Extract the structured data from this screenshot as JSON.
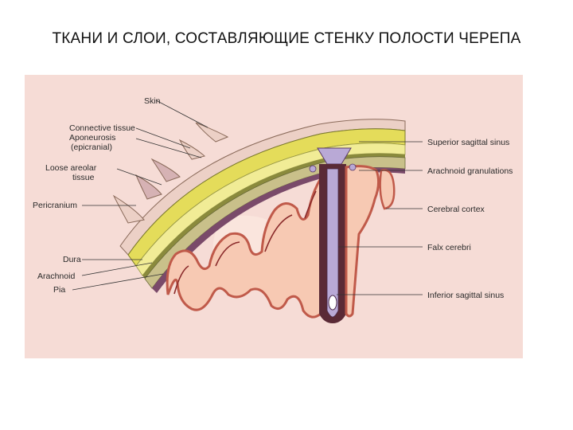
{
  "slide": {
    "title": "ТКАНИ И СЛОИ, СОСТАВЛЯЮЩИЕ СТЕНКУ ПОЛОСТИ ЧЕРЕПА"
  },
  "figure": {
    "colors": {
      "background": "#f6dcd6",
      "skin": "#ecd0c6",
      "aponeurosis": "#e4dc5a",
      "loose_tissue": "#f1ec96",
      "pericranium": "#8a8a3c",
      "bone": "#c9c08a",
      "dura": "#7a4a6a",
      "sinus": "#b9a9d6",
      "cortex": "#e39a88",
      "brain": "#f7c9b3",
      "arachnoid_space": "#5a2a36"
    },
    "labels_left": {
      "skin": "Skin",
      "connective_tissue": "Connective tissue",
      "aponeurosis": "Aponeurosis",
      "epicranial": "(epicranial)",
      "loose_areolar": "Loose areolar",
      "tissue": "tissue",
      "pericranium": "Pericranium",
      "dura": "Dura",
      "arachnoid": "Arachnoid",
      "pia": "Pia"
    },
    "labels_right": {
      "superior_sagittal_sinus": "Superior sagittal sinus",
      "arachnoid_granulations": "Arachnoid granulations",
      "cerebral_cortex": "Cerebral cortex",
      "falx_cerebri": "Falx cerebri",
      "inferior_sagittal_sinus": "Inferior sagittal sinus"
    }
  }
}
